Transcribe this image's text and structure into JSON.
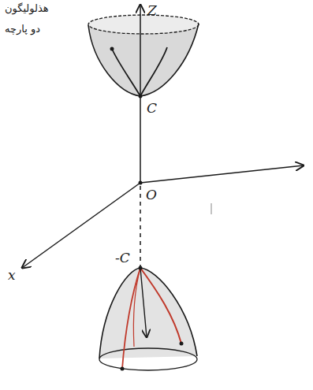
{
  "diagram": {
    "labels": [
      "هذلولیگون",
      "دو پارچه",
      "Z",
      "C",
      "O",
      "-C",
      "x"
    ]
  }
}
